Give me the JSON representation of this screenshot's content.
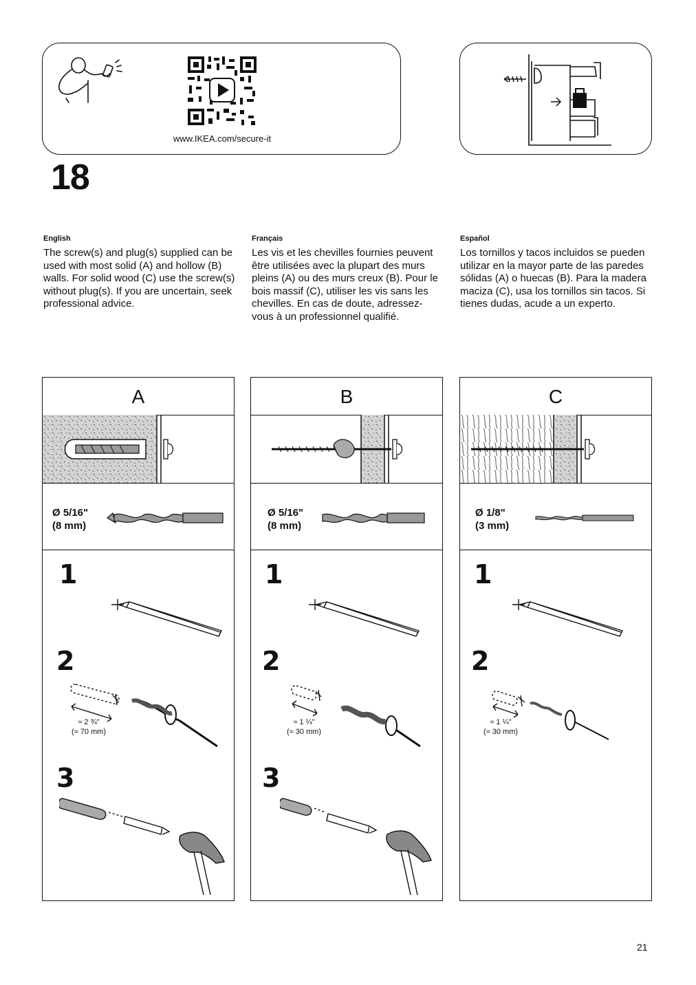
{
  "header": {
    "qr_url": "www.IKEA.com/secure-it"
  },
  "step": {
    "number": "18"
  },
  "languages": [
    {
      "title": "English",
      "body": "The screw(s) and plug(s) supplied can be used with most solid (A) and hollow (B) walls. For solid wood (C) use the screw(s) without plug(s). If you are uncertain, seek professional advice."
    },
    {
      "title": "Français",
      "body": "Les vis et les chevilles fournies peuvent être utilisées avec la plupart des murs pleins (A) ou des murs creux (B). Pour le bois massif (C), utiliser les vis sans les chevilles. En cas de doute, adressez-vous à un professionnel qualifié."
    },
    {
      "title": "Español",
      "body": "Los tornillos y tacos incluidos se pueden utilizar en la mayor parte de las paredes sólidas (A) o huecas (B). Para la madera maciza (C), usa los tornillos sin tacos. Si tienes dudas, acude a un experto."
    }
  ],
  "panels": [
    {
      "label": "A",
      "bit_size": "Ø 5/16\"",
      "bit_mm": "(8 mm)",
      "depth_in": "≈ 2 ¾\"",
      "depth_mm": "(≈ 70 mm)",
      "steps": [
        "1",
        "2",
        "3"
      ]
    },
    {
      "label": "B",
      "bit_size": "Ø 5/16\"",
      "bit_mm": "(8 mm)",
      "depth_in": "≈ 1 ¼\"",
      "depth_mm": "(≈ 30 mm)",
      "steps": [
        "1",
        "2",
        "3"
      ]
    },
    {
      "label": "C",
      "bit_size": "Ø 1/8\"",
      "bit_mm": "(3 mm)",
      "depth_in": "≈ 1 ¼\"",
      "depth_mm": "(≈ 30 mm)",
      "steps": [
        "1",
        "2"
      ]
    }
  ],
  "page_number": "21"
}
